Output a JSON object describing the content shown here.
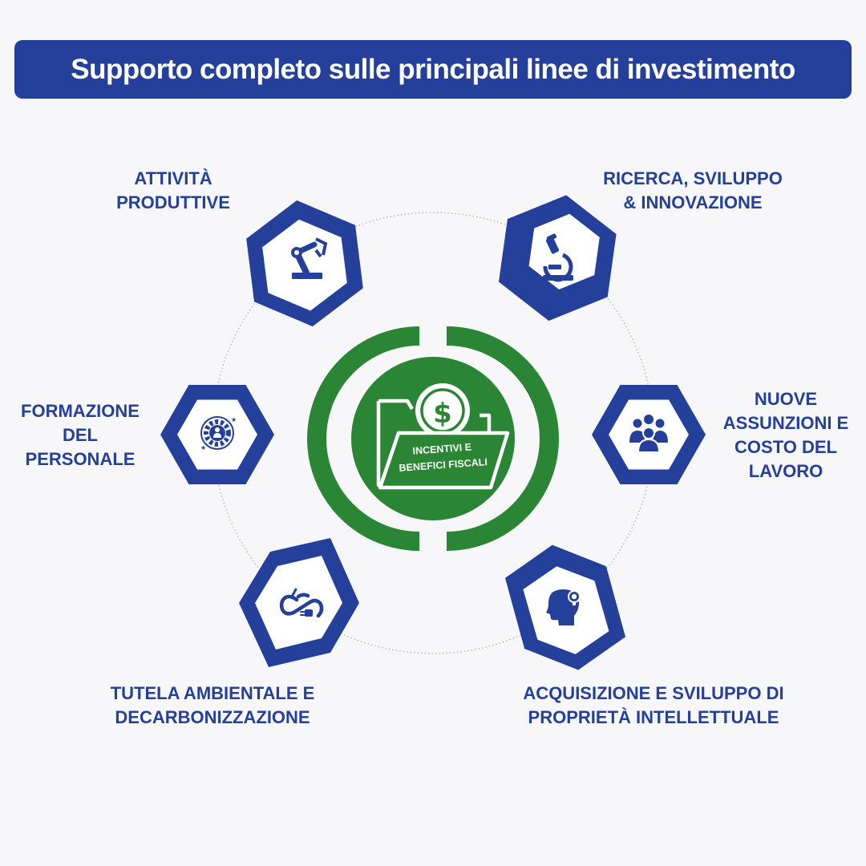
{
  "title": "Supporto completo sulle principali linee di investimento",
  "center": {
    "label": "INCENTIVI E\nBENEFICI FISCALI",
    "icon": "dollar-folder-icon"
  },
  "items": [
    {
      "label": "ATTIVITÀ\nPRODUTTIVE",
      "icon": "robot-arm-icon"
    },
    {
      "label": "RICERCA, SVILUPPO\n& INNOVAZIONE",
      "icon": "microscope-icon"
    },
    {
      "label": "NUOVE\nASSUNZIONI E\nCOSTO DEL\nLAVORO",
      "icon": "team-icon"
    },
    {
      "label": "ACQUISIZIONE E SVILUPPO DI\nPROPRIETÀ INTELLETTUALE",
      "icon": "head-lightbulb-icon"
    },
    {
      "label": "TUTELA AMBIENTALE E\nDECARBONIZZAZIONE",
      "icon": "eco-plug-icon"
    },
    {
      "label": "FORMAZIONE\nDEL\nPERSONALE",
      "icon": "gear-person-icon"
    }
  ],
  "colors": {
    "primary": "#24409a",
    "accent": "#2a8534",
    "background": "#f7f7f9",
    "white": "#ffffff"
  }
}
